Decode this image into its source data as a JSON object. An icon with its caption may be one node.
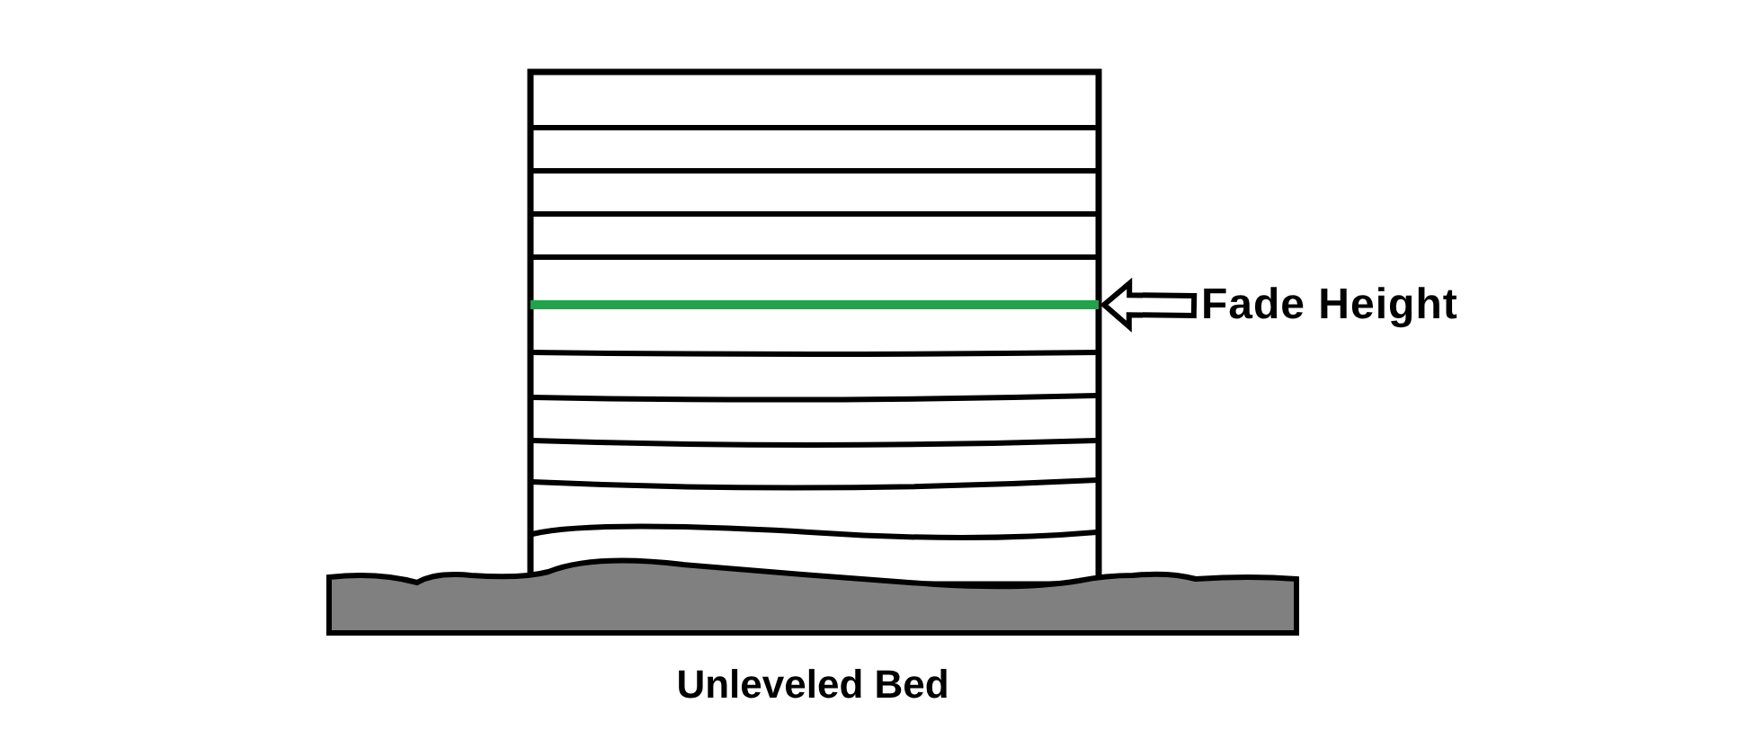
{
  "diagram": {
    "nodes": [
      {
        "text": [
          "Fade Height"
        ]
      },
      {
        "text": [],
        "shape": "bar"
      }
    ],
    "edges": [
      {
        "from": 0,
        "to": 1,
        "arrow": "to"
      }
    ],
    "labels": [
      "Unleveled Bed"
    ]
  }
}
